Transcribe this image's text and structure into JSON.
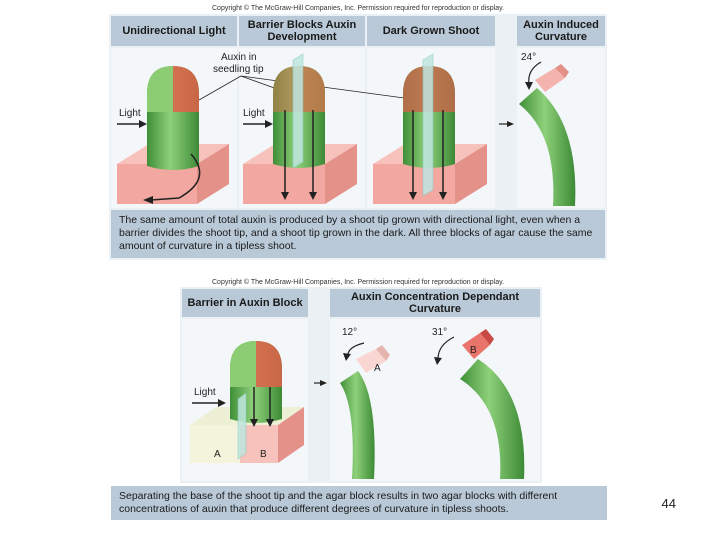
{
  "copyright": "Copyright © The McGraw-Hill Companies, Inc. Permission required for reproduction or display.",
  "top": {
    "panels": [
      {
        "title": "Unidirectional Light"
      },
      {
        "title": "Barrier Blocks Auxin Development"
      },
      {
        "title": "Dark Grown Shoot"
      },
      {
        "title": "Auxin Induced Curvature"
      }
    ],
    "labels": {
      "auxin_tip": "Auxin in seedling tip",
      "light1": "Light",
      "light2": "Light",
      "angle": "24°"
    },
    "caption": "The same amount of total auxin is produced by a shoot tip grown with directional light, even when a barrier divides the shoot tip, and a shoot tip grown in the dark. All three blocks of agar cause the same amount of curvature in a tipless shoot."
  },
  "bottom": {
    "panels": [
      {
        "title": "Barrier in Auxin Block"
      },
      {
        "title": "Auxin Concentration Dependant Curvature"
      }
    ],
    "labels": {
      "light": "Light",
      "block_a": "A",
      "block_b": "B",
      "angle_a": "12°",
      "angle_b": "31°",
      "cap_a": "A",
      "cap_b": "B"
    },
    "caption": "Separating the base of the shoot tip and the agar block results in two agar blocks with different concentrations of auxin that produce different degrees of curvature in tipless shoots."
  },
  "slide_number": "44",
  "colors": {
    "header": "#b9c9d8",
    "shoot_green": "#5aa648",
    "auxin_red": "#e0604a",
    "agar_pink": "#f4b3ad"
  }
}
